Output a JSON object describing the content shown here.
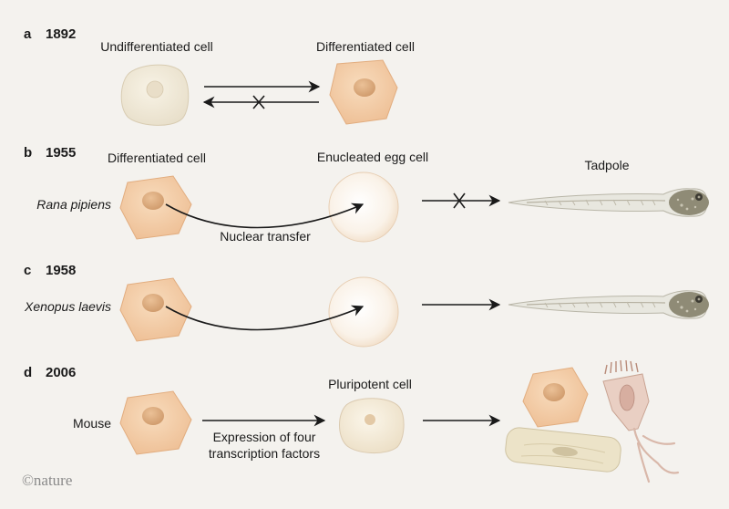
{
  "panels": {
    "a": {
      "letter": "a",
      "year": "1892",
      "left_label": "Undifferentiated cell",
      "right_label": "Differentiated cell"
    },
    "b": {
      "letter": "b",
      "year": "1955",
      "cell_label": "Differentiated cell",
      "egg_label": "Enucleated egg cell",
      "result_label": "Tadpole",
      "species": "Rana pipiens",
      "process_label": "Nuclear transfer"
    },
    "c": {
      "letter": "c",
      "year": "1958",
      "species": "Xenopus laevis"
    },
    "d": {
      "letter": "d",
      "year": "2006",
      "species": "Mouse",
      "pluripotent_label": "Pluripotent cell",
      "process_line1": "Expression of four",
      "process_line2": "transcription factors"
    }
  },
  "credit": "©nature",
  "colors": {
    "differentiated_cell": "#f3cca6",
    "differentiated_nucleus": "#dcaa7e",
    "undifferentiated_cell": "#f1eada",
    "egg_cell": "#fbf5ee",
    "tadpole_body": "#e6e6de",
    "tadpole_head": "#8e8a74",
    "arrow": "#1a1a1a"
  },
  "icons": {
    "blocked_marker": "cross-icon",
    "credit_mark": "copyright-icon"
  }
}
